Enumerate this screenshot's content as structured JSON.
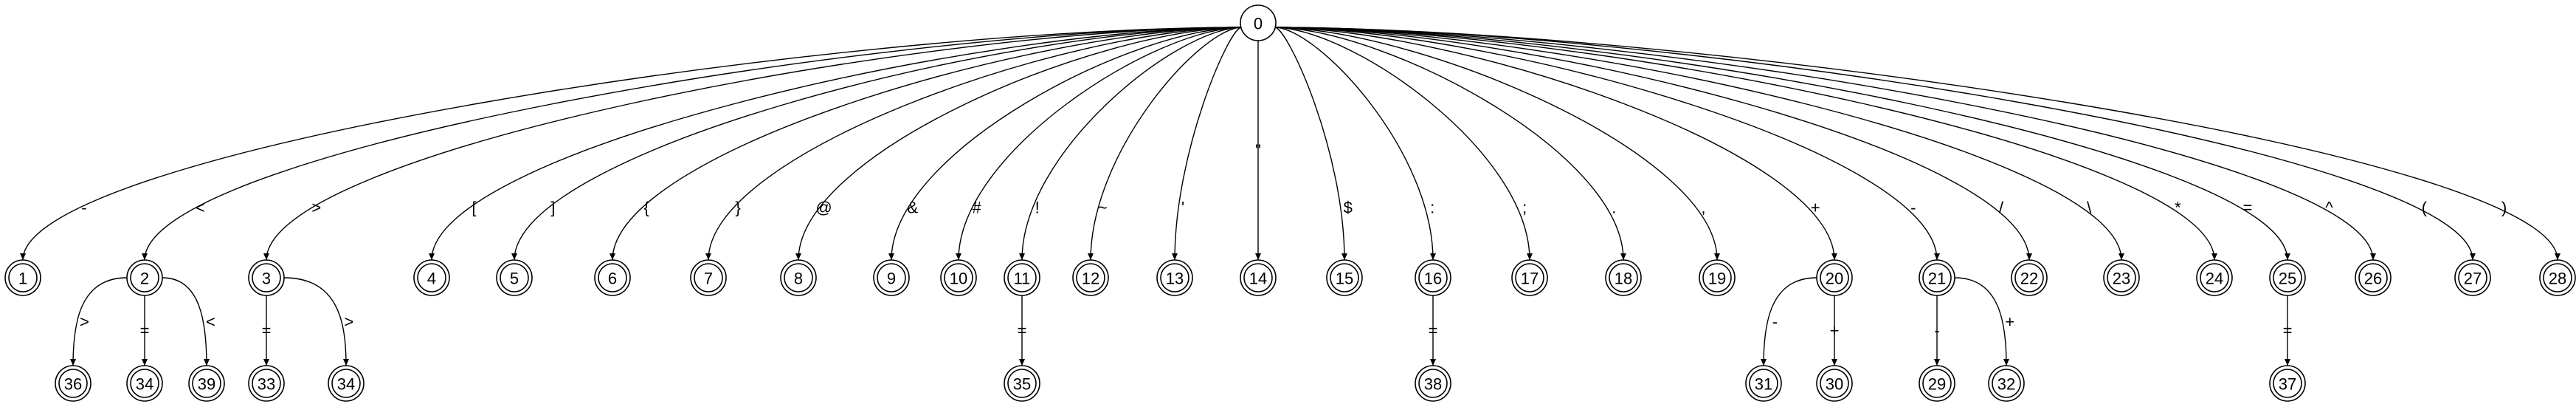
{
  "graph": {
    "root": "0",
    "nodes": [
      {
        "id": "n0",
        "label": "0",
        "final": false
      },
      {
        "id": "n1",
        "label": "1",
        "final": true
      },
      {
        "id": "n2",
        "label": "2",
        "final": true
      },
      {
        "id": "n3",
        "label": "3",
        "final": true
      },
      {
        "id": "n4",
        "label": "4",
        "final": true
      },
      {
        "id": "n5",
        "label": "5",
        "final": true
      },
      {
        "id": "n6",
        "label": "6",
        "final": true
      },
      {
        "id": "n7",
        "label": "7",
        "final": true
      },
      {
        "id": "n8",
        "label": "8",
        "final": true
      },
      {
        "id": "n9",
        "label": "9",
        "final": true
      },
      {
        "id": "n10",
        "label": "10",
        "final": true
      },
      {
        "id": "n11",
        "label": "11",
        "final": true
      },
      {
        "id": "n12",
        "label": "12",
        "final": true
      },
      {
        "id": "n13",
        "label": "13",
        "final": true
      },
      {
        "id": "n14",
        "label": "14",
        "final": true
      },
      {
        "id": "n15",
        "label": "15",
        "final": true
      },
      {
        "id": "n16",
        "label": "16",
        "final": true
      },
      {
        "id": "n17",
        "label": "17",
        "final": true
      },
      {
        "id": "n18",
        "label": "18",
        "final": true
      },
      {
        "id": "n19",
        "label": "19",
        "final": true
      },
      {
        "id": "n20",
        "label": "20",
        "final": true
      },
      {
        "id": "n21",
        "label": "21",
        "final": true
      },
      {
        "id": "n22",
        "label": "22",
        "final": true
      },
      {
        "id": "n23",
        "label": "23",
        "final": true
      },
      {
        "id": "n24",
        "label": "24",
        "final": true
      },
      {
        "id": "n25",
        "label": "25",
        "final": true
      },
      {
        "id": "n26",
        "label": "26",
        "final": true
      },
      {
        "id": "n27",
        "label": "27",
        "final": true
      },
      {
        "id": "n28",
        "label": "28",
        "final": true
      },
      {
        "id": "n2a",
        "label": "36",
        "final": true
      },
      {
        "id": "n2b",
        "label": "34",
        "final": true
      },
      {
        "id": "n2c",
        "label": "39",
        "final": true
      },
      {
        "id": "n3a",
        "label": "33",
        "final": true
      },
      {
        "id": "n3b",
        "label": "34",
        "final": true
      },
      {
        "id": "n11a",
        "label": "35",
        "final": true
      },
      {
        "id": "n16a",
        "label": "38",
        "final": true
      },
      {
        "id": "n20a",
        "label": "31",
        "final": true
      },
      {
        "id": "n20b",
        "label": "30",
        "final": true
      },
      {
        "id": "n21a",
        "label": "29",
        "final": true
      },
      {
        "id": "n21b",
        "label": "32",
        "final": true
      },
      {
        "id": "n25a",
        "label": "37",
        "final": true
      }
    ],
    "edges": [
      {
        "from": "n0",
        "to": "n1",
        "label": "-"
      },
      {
        "from": "n0",
        "to": "n2",
        "label": "<"
      },
      {
        "from": "n0",
        "to": "n3",
        "label": ">"
      },
      {
        "from": "n0",
        "to": "n4",
        "label": "["
      },
      {
        "from": "n0",
        "to": "n5",
        "label": "]"
      },
      {
        "from": "n0",
        "to": "n6",
        "label": "{"
      },
      {
        "from": "n0",
        "to": "n7",
        "label": "}"
      },
      {
        "from": "n0",
        "to": "n8",
        "label": "@"
      },
      {
        "from": "n0",
        "to": "n9",
        "label": "&"
      },
      {
        "from": "n0",
        "to": "n10",
        "label": "#"
      },
      {
        "from": "n0",
        "to": "n11",
        "label": "!"
      },
      {
        "from": "n0",
        "to": "n12",
        "label": "~"
      },
      {
        "from": "n0",
        "to": "n13",
        "label": "'"
      },
      {
        "from": "n0",
        "to": "n14",
        "label": "\""
      },
      {
        "from": "n0",
        "to": "n15",
        "label": "$"
      },
      {
        "from": "n0",
        "to": "n16",
        "label": ":"
      },
      {
        "from": "n0",
        "to": "n17",
        "label": ";"
      },
      {
        "from": "n0",
        "to": "n18",
        "label": "."
      },
      {
        "from": "n0",
        "to": "n19",
        "label": ","
      },
      {
        "from": "n0",
        "to": "n20",
        "label": "+"
      },
      {
        "from": "n0",
        "to": "n21",
        "label": "-"
      },
      {
        "from": "n0",
        "to": "n22",
        "label": "/"
      },
      {
        "from": "n0",
        "to": "n23",
        "label": "\\"
      },
      {
        "from": "n0",
        "to": "n24",
        "label": "*"
      },
      {
        "from": "n0",
        "to": "n25",
        "label": "="
      },
      {
        "from": "n0",
        "to": "n26",
        "label": "^"
      },
      {
        "from": "n0",
        "to": "n27",
        "label": "("
      },
      {
        "from": "n0",
        "to": "n28",
        "label": ")"
      },
      {
        "from": "n2",
        "to": "n2a",
        "label": ">"
      },
      {
        "from": "n2",
        "to": "n2b",
        "label": "="
      },
      {
        "from": "n2",
        "to": "n2c",
        "label": "<"
      },
      {
        "from": "n3",
        "to": "n3a",
        "label": "="
      },
      {
        "from": "n3",
        "to": "n3b",
        "label": ">"
      },
      {
        "from": "n11",
        "to": "n11a",
        "label": "="
      },
      {
        "from": "n16",
        "to": "n16a",
        "label": "="
      },
      {
        "from": "n20",
        "to": "n20a",
        "label": "-"
      },
      {
        "from": "n20",
        "to": "n20b",
        "label": "+"
      },
      {
        "from": "n21",
        "to": "n21a",
        "label": "-"
      },
      {
        "from": "n21",
        "to": "n21b",
        "label": "+"
      },
      {
        "from": "n25",
        "to": "n25a",
        "label": "="
      }
    ]
  }
}
